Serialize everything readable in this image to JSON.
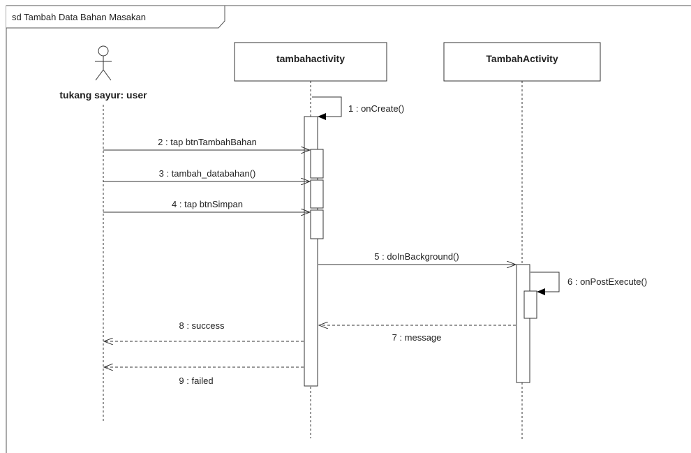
{
  "frame": {
    "title": "sd Tambah Data Bahan Masakan"
  },
  "actor": {
    "name": "tukang sayur: user"
  },
  "lifelines": [
    {
      "name": "tambahactivity"
    },
    {
      "name": "TambahActivity"
    }
  ],
  "messages": [
    {
      "label": "1 : onCreate()",
      "kind": "self-call"
    },
    {
      "label": "2 : tap btnTambahBahan",
      "kind": "call"
    },
    {
      "label": "3 : tambah_databahan()",
      "kind": "call"
    },
    {
      "label": "4 : tap btnSimpan",
      "kind": "call"
    },
    {
      "label": "5 : doInBackground()",
      "kind": "call"
    },
    {
      "label": "6 : onPostExecute()",
      "kind": "self-call"
    },
    {
      "label": "7 : message",
      "kind": "return"
    },
    {
      "label": "8 : success",
      "kind": "return"
    },
    {
      "label": "9 : failed",
      "kind": "return"
    }
  ],
  "colors": {
    "line": "#333333",
    "background": "#ffffff"
  }
}
